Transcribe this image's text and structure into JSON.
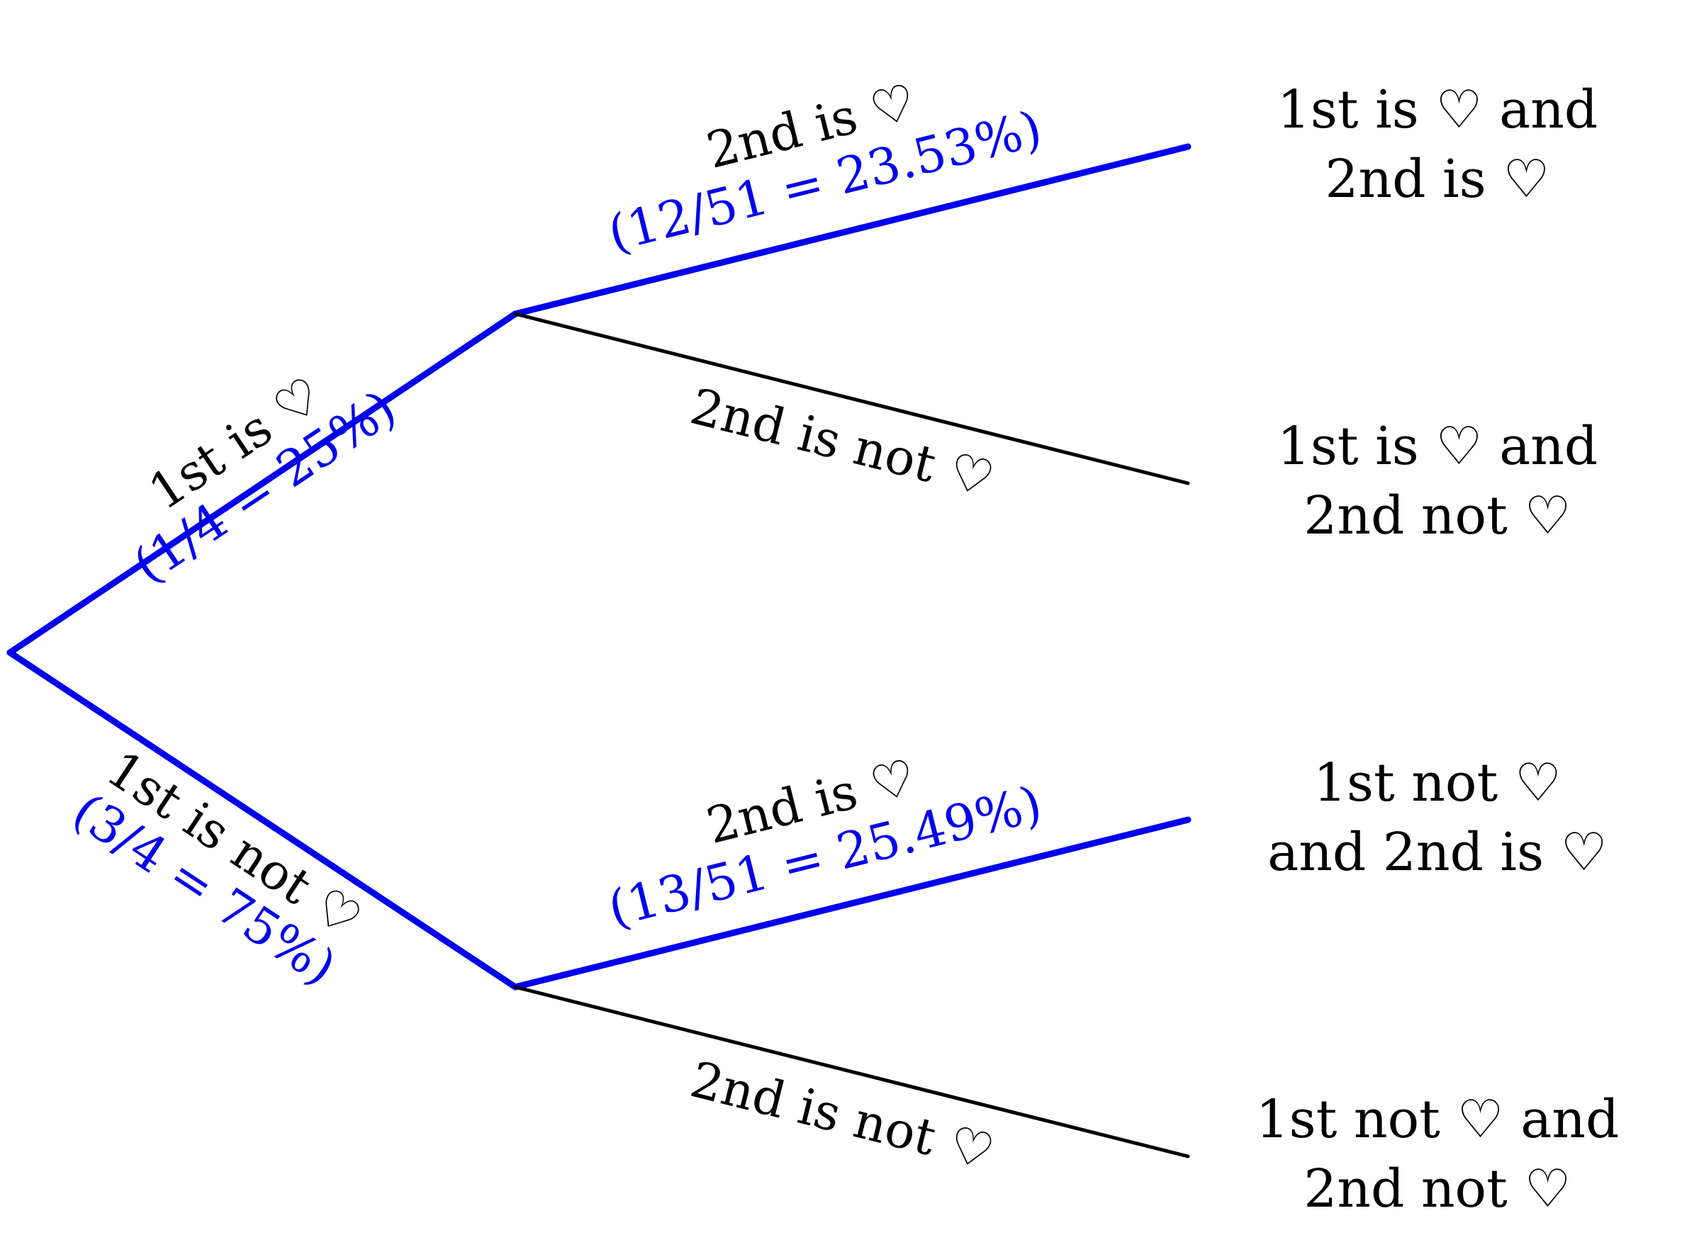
{
  "colors": {
    "highlight": "#0000ee",
    "default": "#000000",
    "background": "#ffffff"
  },
  "branches": {
    "first_heart": {
      "label": "1st is ♡",
      "probability": "(1/4 = 25%)",
      "highlighted": true
    },
    "first_not_heart": {
      "label": "1st is not ♡",
      "probability": "(3/4 = 75%)",
      "highlighted": true
    },
    "upper_second_heart": {
      "label": "2nd is ♡",
      "probability": "(12/51 = 23.53%)",
      "highlighted": true
    },
    "upper_second_not_heart": {
      "label": "2nd is not ♡",
      "highlighted": false
    },
    "lower_second_heart": {
      "label": "2nd is ♡",
      "probability": "(13/51 = 25.49%)",
      "highlighted": true
    },
    "lower_second_not_heart": {
      "label": "2nd is not ♡",
      "highlighted": false
    }
  },
  "outcomes": [
    {
      "line1": "1st is ♡ and",
      "line2": "2nd is ♡"
    },
    {
      "line1": "1st is ♡ and",
      "line2": "2nd not ♡"
    },
    {
      "line1": "1st not ♡",
      "line2": "and 2nd is ♡"
    },
    {
      "line1": "1st not ♡ and",
      "line2": "2nd not ♡"
    }
  ]
}
